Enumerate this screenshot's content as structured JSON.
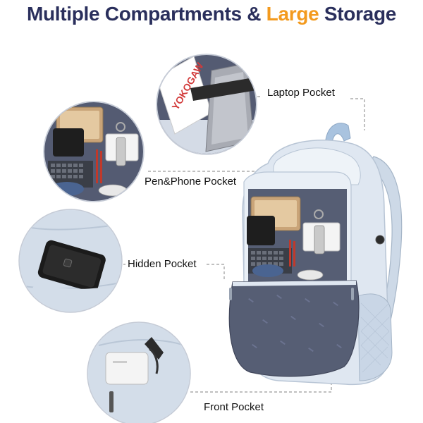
{
  "title": {
    "part1": "Multiple Compartments & ",
    "highlight": "Large",
    "part2": " Storage"
  },
  "labels": {
    "laptop": "Laptop Pocket",
    "pen_phone": "Pen&Phone Pocket",
    "hidden": "Hidden Pocket",
    "front": "Front Pocket"
  },
  "colors": {
    "title": "#2a2f5c",
    "highlight": "#f39a1e",
    "bag": "#cfdbe8",
    "lining": "#5a6278",
    "leader_lines": "#9a9a9a"
  }
}
